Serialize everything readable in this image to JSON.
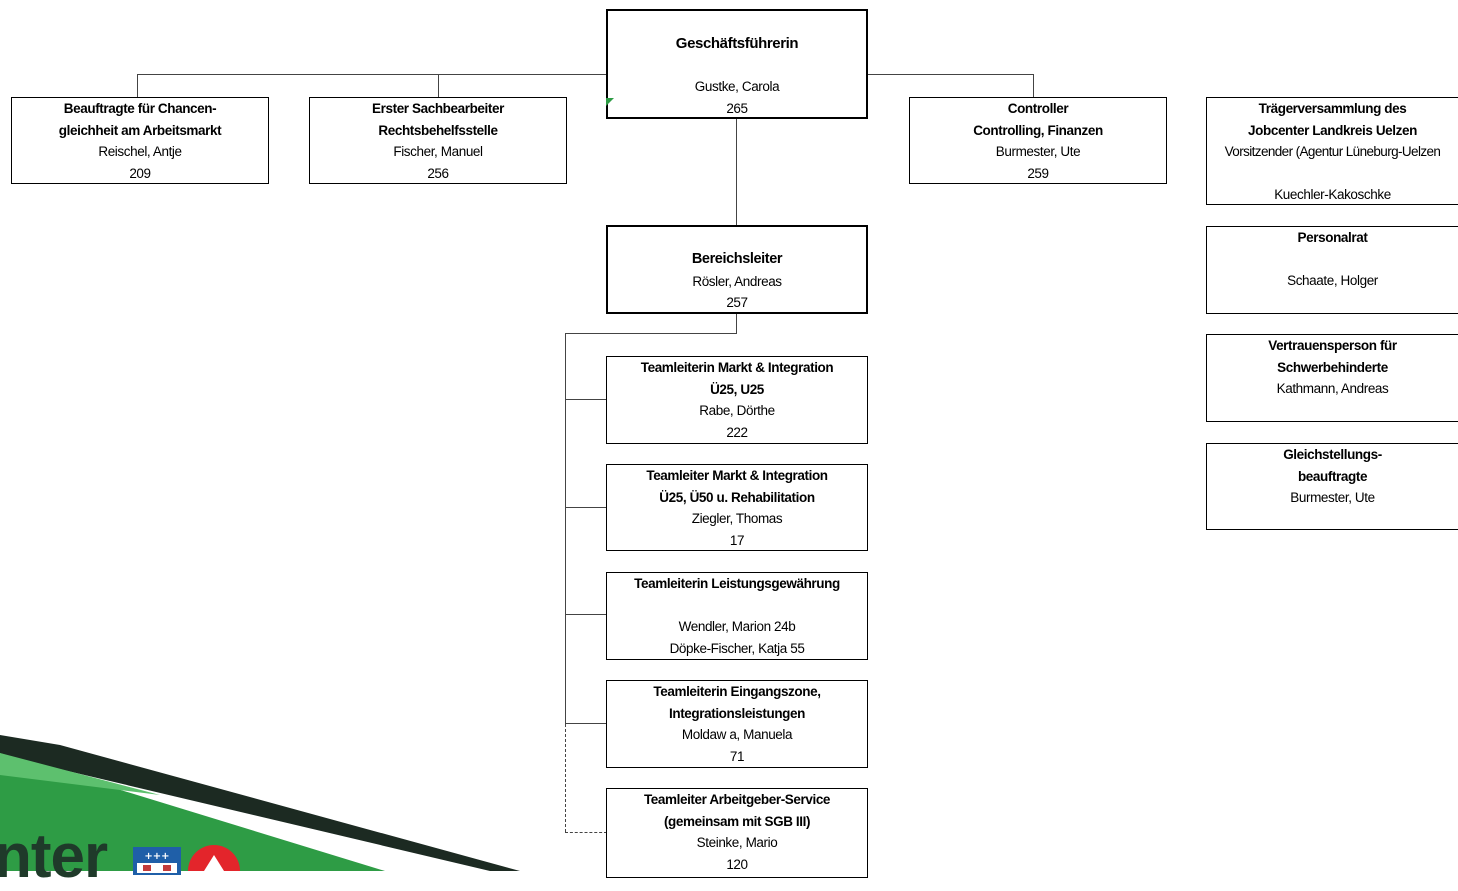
{
  "chart": {
    "ceo": {
      "title": "Geschäftsführerin",
      "name": "Gustke, Carola",
      "room": "265"
    },
    "staff_left": [
      {
        "line1": "Beauftragte für Chancen-",
        "line2": "gleichheit am Arbeitsmarkt",
        "name": "Reischel, Antje",
        "room": "209"
      },
      {
        "line1": "Erster Sachbearbeiter",
        "line2": "Rechtsbehelfsstelle",
        "name": "Fischer, Manuel",
        "room": "256"
      }
    ],
    "controller": {
      "line1": "Controller",
      "line2": "Controlling, Finanzen",
      "name": "Burmester, Ute",
      "room": "259"
    },
    "department_head": {
      "title": "Bereichsleiter",
      "name": "Rösler, Andreas",
      "room": "257"
    },
    "teams": [
      {
        "line1": "Teamleiterin Markt & Integration",
        "line2": "Ü25, U25",
        "line3": "Rabe, Dörthe",
        "line4": "222"
      },
      {
        "line1": "Teamleiter Markt & Integration",
        "line2": "Ü25, Ü50 u. Rehabilitation",
        "line3": "Ziegler, Thomas",
        "line4": "17"
      },
      {
        "line1": "Teamleiterin Leistungsgewährung",
        "line2": "",
        "line3": "Wendler, Marion   24b",
        "line4": "Döpke-Fischer, Katja   55"
      },
      {
        "line1": "Teamleiterin Eingangszone,",
        "line2": "Integrationsleistungen",
        "line3": "Moldaw a, Manuela",
        "line4": "71"
      },
      {
        "line1": "Teamleiter Arbeitgeber-Service",
        "line2": "(gemeinsam mit SGB III)",
        "line3": "Steinke, Mario",
        "line4": "120"
      }
    ],
    "side_bodies": [
      {
        "line1": "Trägerversammlung des",
        "line2": "Jobcenter Landkreis Uelzen",
        "line3": "Vorsitzender (Agentur Lüneburg-Uelzen",
        "line4": "",
        "line5": "Kuechler-Kakoschke"
      },
      {
        "line1": "Personalrat",
        "line2": "",
        "line3": "Schaate, Holger"
      },
      {
        "line1": "Vertrauensperson für",
        "line2": "Schwerbehinderte",
        "line3": "Kathmann, Andreas"
      },
      {
        "line1": "Gleichstellungs-",
        "line2": "beauftragte",
        "line3": "Burmester, Ute"
      }
    ]
  },
  "logo": {
    "text": "nter"
  },
  "colors": {
    "banner_green": "#2e9c45",
    "banner_dark": "#1c2a22",
    "logo_text": "#1f3a2a",
    "logo_red": "#e3252b"
  }
}
